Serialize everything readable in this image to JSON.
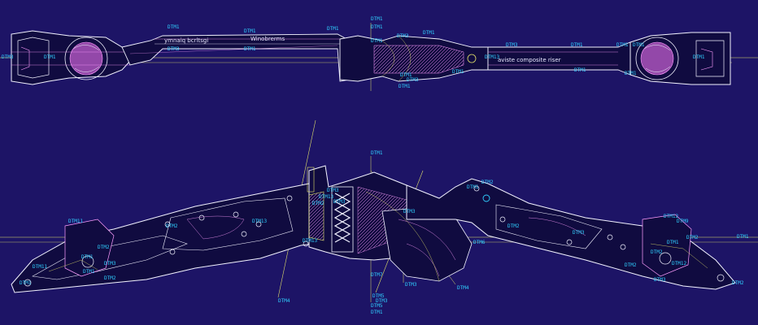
{
  "colors": {
    "background": "#1d1466",
    "geometry_white": "#f2f2ff",
    "geometry_pink": "#ff9dff",
    "datum_yellow": "#e2e26a",
    "datum_label_cyan": "#2fd0ff",
    "hub_magenta": "#ff7bff",
    "dark_fill": "#100b40"
  },
  "engravings": {
    "top_left": "ymnaiq bcrltsgi",
    "top_mid": "Winobrerms",
    "top_right": "aviste composite riser"
  },
  "datum_labels": {
    "top": [
      "DTM1",
      "DTM1",
      "DTM1",
      "DTM1",
      "DTM1",
      "DTM1",
      "DTM3",
      "DTM1",
      "DTM3",
      "DTM1",
      "DTM1",
      "DTM1",
      "DTM3",
      "DTM1",
      "DTM3",
      "DTM1",
      "DTM13",
      "DTM1",
      "DTM1",
      "DTM3",
      "DTM1",
      "DTM1",
      "DTM1",
      "DTM1"
    ],
    "side": [
      "DTM1",
      "DTM2",
      "DTM3",
      "DTM13",
      "DTM2",
      "DTM13",
      "DTM11",
      "DTM12",
      "DTM9",
      "DTM2",
      "DTM2",
      "DTM2",
      "DTM1",
      "DTM4",
      "DTM11",
      "DTM3",
      "DTM7",
      "DTM5",
      "DTM6",
      "DTM3",
      "DTM4",
      "DTM5",
      "DTM1",
      "DTM2",
      "DTM1",
      "DTM3",
      "DTM13",
      "DTM12",
      "DTM2",
      "DTM1",
      "DTM3",
      "DTM2",
      "DTM2",
      "DTM1",
      "DTM2",
      "DTM1",
      "DTM3",
      "DTM1",
      "DTM3",
      "DTM3"
    ]
  }
}
